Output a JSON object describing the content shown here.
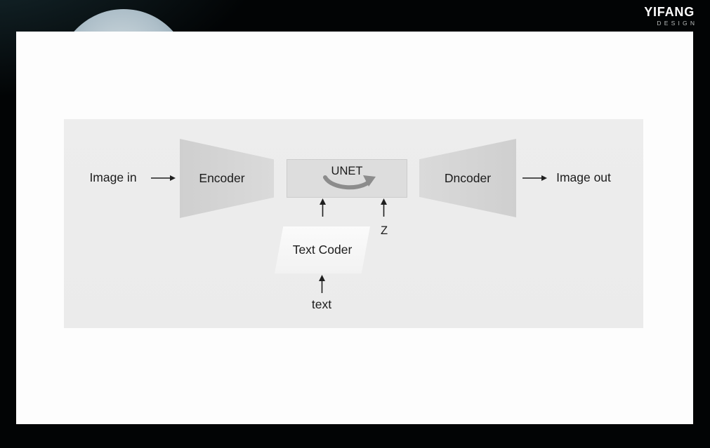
{
  "brand": {
    "name": "YIFANG",
    "tagline": "DESIGN"
  },
  "slide": {
    "diagram": {
      "image_in": "Image in",
      "encoder": "Encoder",
      "unet": "UNET",
      "z": "Z",
      "text_coder": "Text Coder",
      "text_input": "text",
      "dncoder": "Dncoder",
      "image_out": "Image out"
    },
    "colors": {
      "background": "#020405",
      "slide": "#fdfdfd",
      "panel": "#ececec",
      "shape_gray": "#d5d5d5",
      "unet_box": "#dddddd",
      "text_coder_box": "#f8f8f8",
      "text": "#1b1b1b",
      "curved_arrow": "#8c8c8c",
      "brand_text": "#ffffff"
    }
  }
}
